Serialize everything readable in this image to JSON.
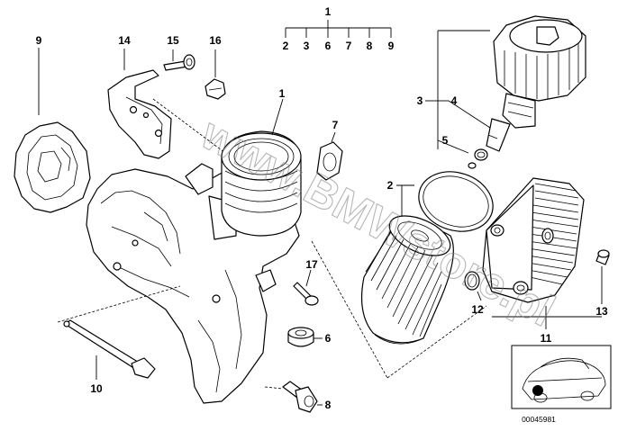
{
  "diagram": {
    "callouts": {
      "c1_top": "1",
      "c2_top": "2",
      "c3_top": "3",
      "c6_top": "6",
      "c7_top": "7",
      "c8_top": "8",
      "c9_top": "9",
      "c9": "9",
      "c14": "14",
      "c15": "15",
      "c16": "16",
      "c1": "1",
      "c7": "7",
      "c3": "3",
      "c4": "4",
      "c5": "5",
      "c2": "2",
      "c17": "17",
      "c6": "6",
      "c10": "10",
      "c8": "8",
      "c12": "12",
      "c11": "11",
      "c13": "13"
    },
    "watermark": "www.BMWstore.pl",
    "reference_number": "00045981"
  }
}
